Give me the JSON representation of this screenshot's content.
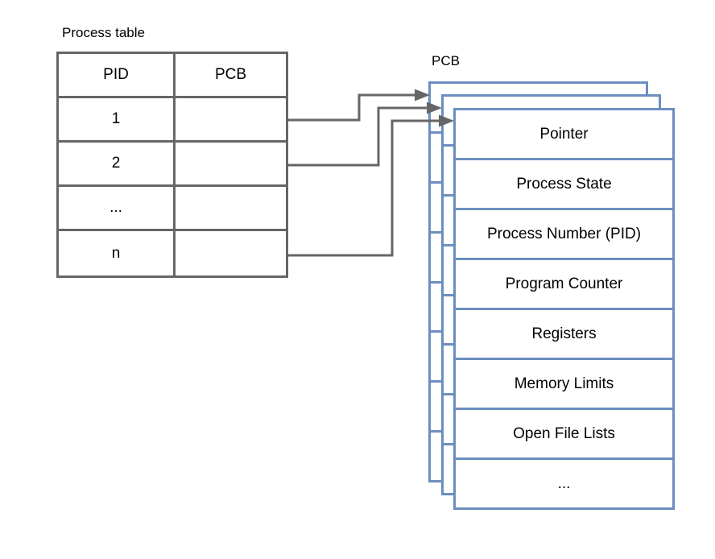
{
  "diagram": {
    "colors": {
      "table_border": "#666666",
      "arrow": "#666666",
      "pcb_border": "#6c8ebf",
      "text": "#000000",
      "background": "#ffffff"
    }
  },
  "process_table": {
    "title": "Process table",
    "columns": [
      "PID",
      "PCB"
    ],
    "rows": [
      "1",
      "2",
      "...",
      "n"
    ]
  },
  "pcb": {
    "title": "PCB",
    "stack_count": 3,
    "rows": [
      "Pointer",
      "Process State",
      "Process Number (PID)",
      "Program Counter",
      "Registers",
      "Memory Limits",
      "Open File Lists",
      "..."
    ]
  },
  "connections": [
    {
      "from": "process-table-row-1",
      "to": "pcb-block-back"
    },
    {
      "from": "process-table-row-2",
      "to": "pcb-block-middle"
    },
    {
      "from": "process-table-row-n",
      "to": "pcb-block-front"
    }
  ]
}
